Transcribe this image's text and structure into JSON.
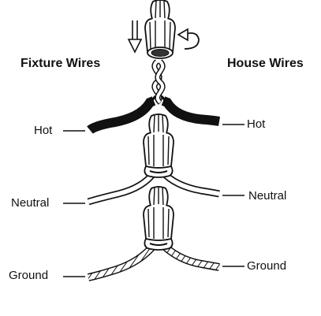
{
  "headings": {
    "left": "Fixture Wires",
    "right": "House Wires"
  },
  "labels": {
    "hot_left": "Hot",
    "hot_right": "Hot",
    "neutral_left": "Neutral",
    "neutral_right": "Neutral",
    "ground_left": "Ground",
    "ground_right": "Ground"
  },
  "icons": {
    "wire_nut": "wire-nut-icon",
    "push_down_arrow": "arrow-down-icon",
    "twist_arrow": "rotate-arrow-icon"
  },
  "colors": {
    "line": "#111111",
    "hot_insulation": "#111111",
    "background": "#ffffff"
  }
}
